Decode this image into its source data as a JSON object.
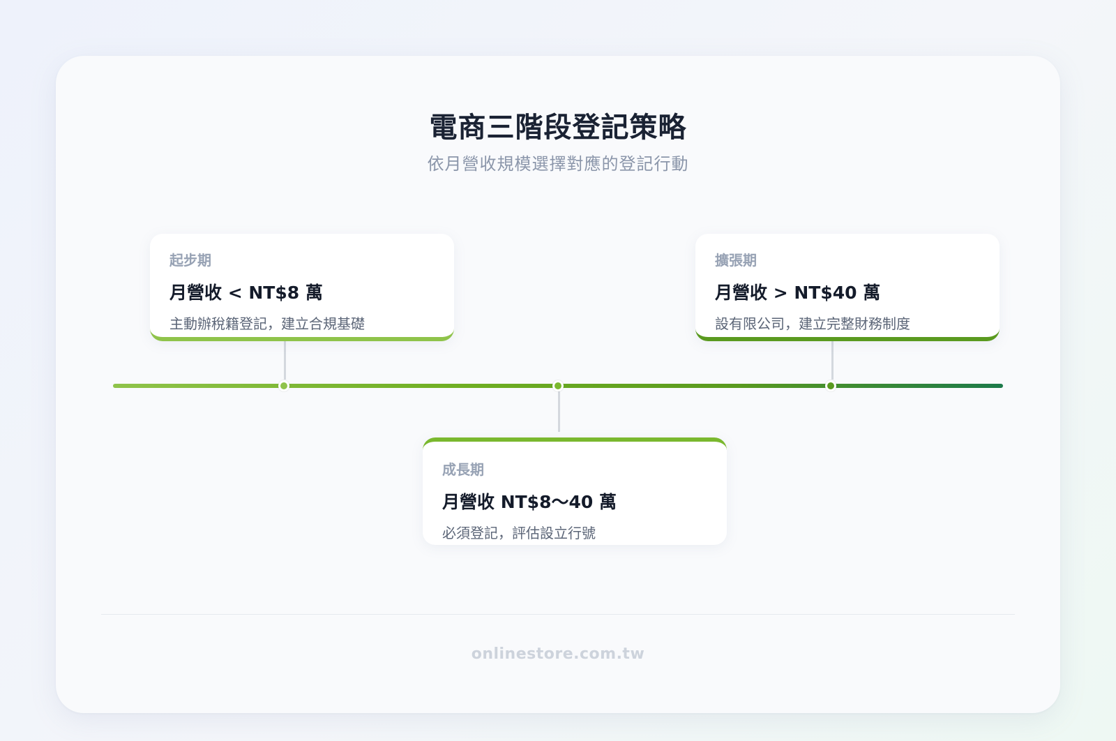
{
  "title": "電商三階段登記策略",
  "subtitle": "依月營收規模選擇對應的登記行動",
  "stages": [
    {
      "label": "起步期",
      "revenue": "月營收 < NT$8 萬",
      "action": "主動辦稅籍登記，建立合規基礎",
      "accent_color": "#8fc34a"
    },
    {
      "label": "成長期",
      "revenue": "月營收 NT$8～40 萬",
      "action": "必須登記，評估設立行號",
      "accent_color": "#7ab82e"
    },
    {
      "label": "擴張期",
      "revenue": "月營收 > NT$40 萬",
      "action": "設有限公司，建立完整財務制度",
      "accent_color": "#5a9a1f"
    }
  ],
  "timeline": {
    "gradient_start": "#8fc34a",
    "gradient_end": "#1d7a4a"
  },
  "footer": {
    "site": "onlinestore.com.tw"
  }
}
